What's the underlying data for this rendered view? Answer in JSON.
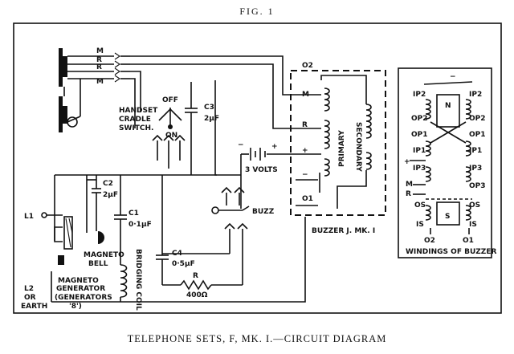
{
  "figure_label": "FIG. 1",
  "caption": "TELEPHONE SETS, F, MK. I.—CIRCUIT DIAGRAM",
  "labels": {
    "m_top": "M",
    "r_top1": "R",
    "r_top2": "R",
    "m_bottom": "M",
    "handset_cradle_switch": [
      "HANDSET",
      "CRADLE",
      "SWITCH."
    ],
    "off": "OFF",
    "on": "ON",
    "c3": "C3",
    "c3_value": "2µF",
    "c2": "C2",
    "c2_value": "2µF",
    "c1": "C1",
    "c1_value": "0·1µF",
    "c4": "C4",
    "c4_value": "0·5µF",
    "r_resistor": "R",
    "r_value": "400Ω",
    "l1": "L1",
    "l2": [
      "L2",
      "OR",
      "EARTH"
    ],
    "magneto_bell": [
      "MAGNETO",
      "BELL"
    ],
    "bridging_coil": "BRIDGING COIL",
    "magneto_generator": [
      "MAGNETO",
      "GENERATOR",
      "(GENERATORS",
      "'8')"
    ],
    "three_volts": "3 VOLTS",
    "plus": "+",
    "minus": "−",
    "buzz": "BUZZ",
    "buzzer_label": "BUZZER J. MK. I",
    "primary": "PRIMARY",
    "secondary": "SECONDARY",
    "o2": "O2",
    "o1": "O1",
    "term_m": "M",
    "term_r": "R",
    "term_plus": "+",
    "term_minus": "−",
    "windings": {
      "title": "WINDINGS OF BUZZER",
      "n": "N",
      "s": "S",
      "ip2": "IP2",
      "op2": "OP2",
      "op1": "OP1",
      "ip1": "IP1",
      "ip3": "IP3",
      "op3": "OP3",
      "os": "OS",
      "is": "IS",
      "plus": "+",
      "minus": "−",
      "m": "M",
      "r": "R",
      "o2": "O2",
      "o1": "O1"
    }
  }
}
